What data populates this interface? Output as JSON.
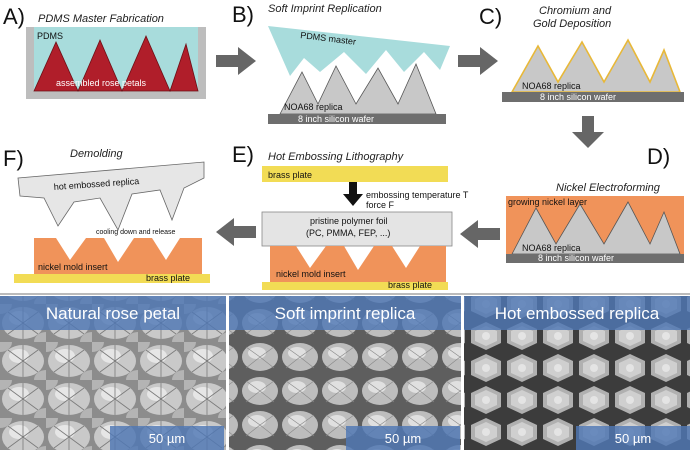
{
  "panels": {
    "A": {
      "letter": "A)",
      "title": "PDMS Master Fabrication",
      "mold_label": "PDMS",
      "petals_label": "assembled rose petals"
    },
    "B": {
      "letter": "B)",
      "title": "Soft Imprint Replication",
      "master_label": "PDMS master",
      "replica_label": "NOA68 replica",
      "wafer_label": "8 inch silicon wafer"
    },
    "C": {
      "letter": "C)",
      "title_line1": "Chromium and",
      "title_line2": "Gold Deposition",
      "replica_label": "NOA68 replica",
      "wafer_label": "8 inch silicon wafer"
    },
    "D": {
      "letter": "D)",
      "title": "Nickel Electroforming",
      "layer_label": "growing nickel layer",
      "replica_label": "NOA68 replica",
      "wafer_label": "8 inch silicon wafer"
    },
    "E": {
      "letter": "E)",
      "title": "Hot Embossing Lithography",
      "plate_label": "brass plate",
      "temp_label": "embossing temperature T",
      "force_label": "force F",
      "foil_line1": "pristine polymer foil",
      "foil_line2": "(PC, PMMA, FEP, ...)",
      "insert_label": "nickel mold insert",
      "bottom_plate_label": "brass plate"
    },
    "F": {
      "letter": "F)",
      "title": "Demolding",
      "replica_label": "hot embossed replica",
      "cooling_label": "cooling down and release",
      "insert_label": "nickel mold insert",
      "plate_label": "brass plate"
    }
  },
  "micrographs": [
    {
      "title": "Natural rose petal",
      "scale": "50 µm"
    },
    {
      "title": "Soft imprint replica",
      "scale": "50 µm"
    },
    {
      "title": "Hot embossed replica",
      "scale": "50 µm"
    }
  ],
  "colors": {
    "pdms": "#a8dcdc",
    "petal": "#b01e2a",
    "nickel": "#f0935a",
    "brass": "#f2dc55",
    "gold": "#e8b838",
    "wafer": "#6e6e6e",
    "replica": "#c8c8c8",
    "arrow": "#666666",
    "banner": "#4f78b4"
  }
}
